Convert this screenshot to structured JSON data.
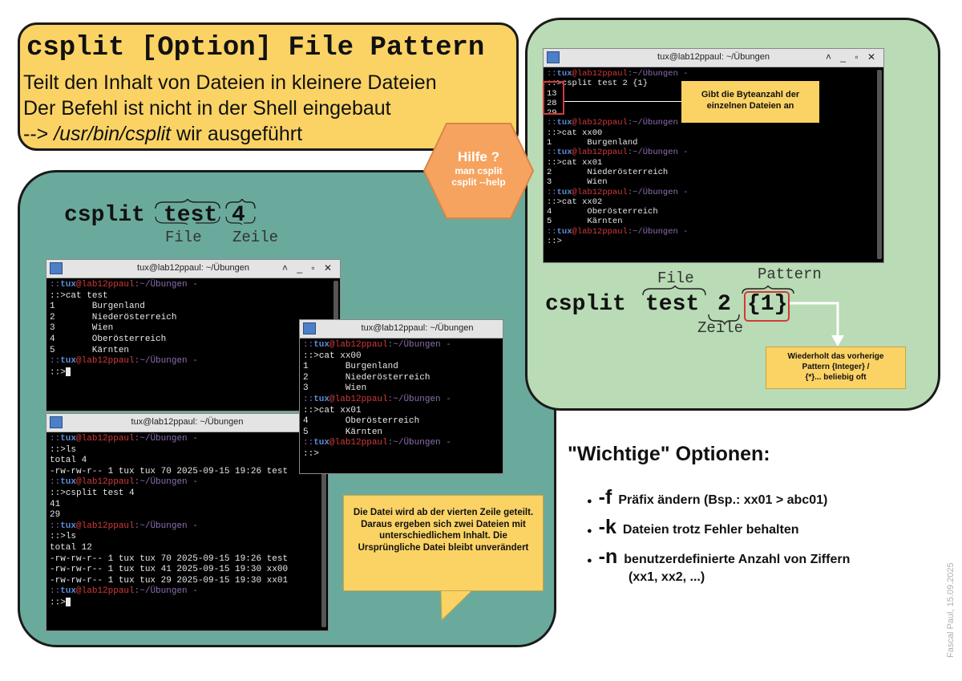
{
  "title": {
    "command": "csplit [Option] File Pattern",
    "line1": "Teilt den Inhalt von Dateien in kleinere  Dateien",
    "line2": "Der Befehl ist nicht in der Shell eingebaut",
    "line3_prefix": " --> ",
    "line3_path": "/usr/bin/csplit",
    "line3_suffix": " wir ausgeführt"
  },
  "help_badge": {
    "title": "Hilfe ?",
    "line1": "man csplit",
    "line2": "csplit --help",
    "color": "#f6a35f"
  },
  "example_left": {
    "cmd": "csplit",
    "arg_file": "test",
    "arg_line": "4",
    "label_file": "File",
    "label_line": "Zeile"
  },
  "example_right": {
    "cmd": "csplit",
    "arg_file": "test",
    "arg_line": "2",
    "arg_pattern": "{1}",
    "label_file": "File",
    "label_line": "Zeile",
    "label_pattern": "Pattern"
  },
  "terminal_common": {
    "title": "tux@lab12ppaul: ~/Übungen",
    "user": "tux",
    "host": "@lab12ppaul",
    "path": ":~/Übungen -",
    "prompt": "::>",
    "prompt_lead": "::"
  },
  "terminal_top_right": {
    "cmd1": "csplit test 2 {1}",
    "sizes": [
      "13",
      "28",
      "29"
    ],
    "cat1": "cat xx00",
    "r1": "1       Burgenland",
    "cat2": "cat xx01",
    "r2": "2       Niederösterreich",
    "r3": "3       Wien",
    "cat3": "cat xx02",
    "r4": "4       Oberösterreich",
    "r5": "5       Kärnten"
  },
  "terminal_cat_test": {
    "cmd": "cat test",
    "rows": [
      "1       Burgenland",
      "2       Niederösterreich",
      "3       Wien",
      "4       Oberösterreich",
      "5       Kärnten"
    ]
  },
  "terminal_xx": {
    "cat1": "cat xx00",
    "rows1": [
      "1       Burgenland",
      "2       Niederösterreich",
      "3       Wien"
    ],
    "cat2": "cat xx01",
    "rows2": [
      "4       Oberösterreich",
      "5       Kärnten"
    ]
  },
  "terminal_ls": {
    "cmd_ls": "ls",
    "total1": "total 4",
    "ls1": "-rw-rw-r-- 1 tux tux 70 2025-09-15 19:26 test",
    "cmd_csplit": "csplit test 4",
    "out1": "41",
    "out2": "29",
    "total2": "total 12",
    "ls2": "-rw-rw-r-- 1 tux tux 70 2025-09-15 19:26 test",
    "ls3": "-rw-rw-r-- 1 tux tux 41 2025-09-15 19:30 xx00",
    "ls4": "-rw-rw-r-- 1 tux tux 29 2025-09-15 19:30 xx01"
  },
  "callouts": {
    "byte_count": "Gibt die Byteanzahl der einzelnen Dateien an",
    "repeat_line1": "Wiederholt das vorherige",
    "repeat_line2": "Pattern {Integer} /",
    "repeat_line3": "{*}... beliebig oft",
    "split_info": "Die Datei wird ab der vierten Zeile geteilt. Daraus ergeben sich zwei Dateien mit unterschiedlichem Inhalt. Die Ursprüngliche Datei bleibt unverändert"
  },
  "options": {
    "heading": "\"Wichtige\" Optionen:",
    "items": [
      {
        "flag": "-f",
        "desc": "Präfix ändern (Bsp.: xx01 > abc01)"
      },
      {
        "flag": "-k",
        "desc": "Dateien trotz Fehler behalten"
      },
      {
        "flag": "-n",
        "desc": "benutzerdefinierte Anzahl von Ziffern",
        "desc2": "(xx1, xx2, ...)"
      }
    ]
  },
  "footer": "Fascal Paul, 15.09.2025",
  "colors": {
    "title_bg": "#fbd365",
    "teal": "#6aaa9c",
    "green": "#b9dbb5",
    "callout": "#fbd365",
    "highlight": "#d23a3a"
  }
}
